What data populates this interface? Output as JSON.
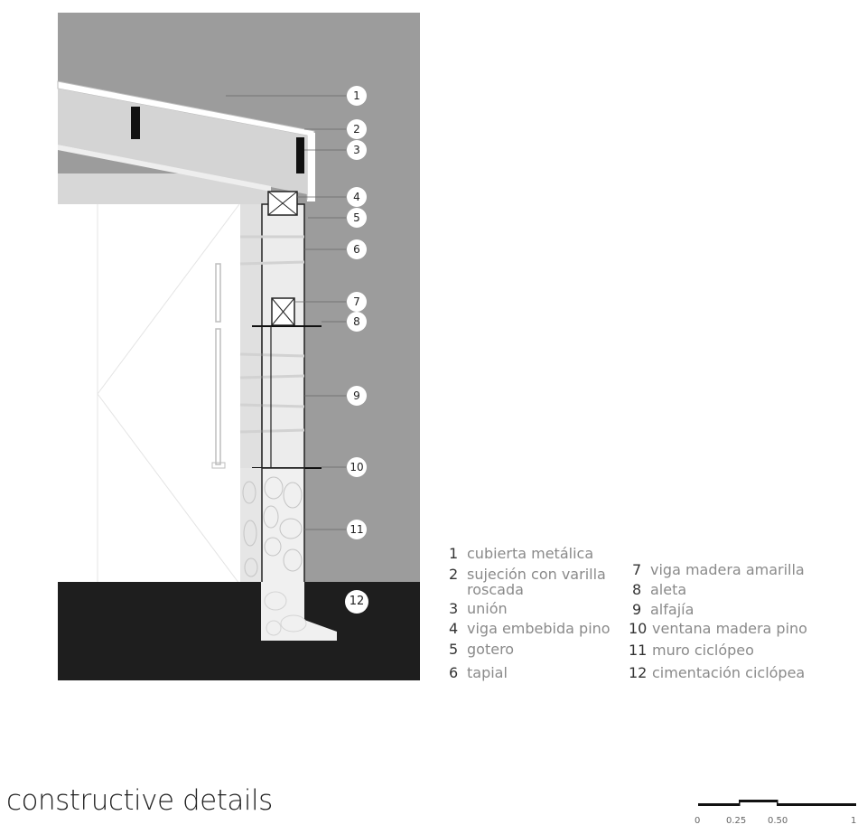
{
  "callouts": [
    "1",
    "2",
    "3",
    "4",
    "5",
    "6",
    "7",
    "8",
    "9",
    "10",
    "11",
    "12"
  ],
  "legend": [
    {
      "num": "1",
      "text": "cubierta metálica"
    },
    {
      "num": "2",
      "text": "sujeción con varilla",
      "text2": "roscada"
    },
    {
      "num": "3",
      "text": "unión"
    },
    {
      "num": "4",
      "text": "viga embebida pino"
    },
    {
      "num": "5",
      "text": "gotero"
    },
    {
      "num": "6",
      "text": "tapial"
    },
    {
      "num": "7",
      "text": "viga madera amarilla"
    },
    {
      "num": "8",
      "text": "aleta"
    },
    {
      "num": "9",
      "text": "alfajía"
    },
    {
      "num": "10",
      "text": "ventana madera pino"
    },
    {
      "num": "11",
      "text": "muro ciclópeo"
    },
    {
      "num": "12",
      "text": "cimentación ciclópea"
    }
  ],
  "title": "constructive details",
  "scale_bar": {
    "labels": [
      "0",
      "0.25",
      "0.50",
      "1"
    ]
  },
  "colors": {
    "background_fill": "#9c9c9c",
    "ground": "#1e1e1e",
    "wall": "#ffffff",
    "roof": "#d8d8d8"
  }
}
